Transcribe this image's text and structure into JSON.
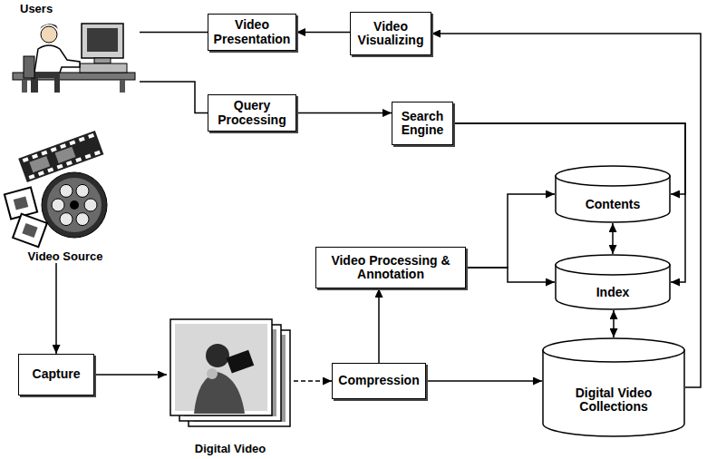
{
  "diagram": {
    "nodes": [
      {
        "text": [
          "Users"
        ]
      },
      {
        "text": [
          "Video Presentation"
        ]
      },
      {
        "text": [
          "Video Visualizing"
        ]
      },
      {
        "text": [
          "Query Processing"
        ]
      },
      {
        "text": [
          "Search Engine"
        ]
      },
      {
        "text": [
          "Video Source"
        ]
      },
      {
        "text": [
          "Contents"
        ]
      },
      {
        "text": [
          "Video Processing & Annotation"
        ]
      },
      {
        "text": [
          "Index"
        ]
      },
      {
        "text": [
          "Capture"
        ]
      },
      {
        "text": [
          "Digital Video"
        ]
      },
      {
        "text": [
          "Compression"
        ]
      },
      {
        "text": [
          "Digital Video Collections"
        ]
      }
    ],
    "edges": [
      {
        "from": 2,
        "to": 1,
        "arrow": "to"
      },
      {
        "from": 1,
        "to": 0,
        "arrow": "none"
      },
      {
        "from": 0,
        "to": 3,
        "arrow": "none"
      },
      {
        "from": 3,
        "to": 4,
        "arrow": "to"
      },
      {
        "from": 4,
        "to": 6,
        "arrow": "to"
      },
      {
        "from": 4,
        "to": 8,
        "arrow": "to"
      },
      {
        "from": 12,
        "to": 2,
        "arrow": "to"
      },
      {
        "from": 5,
        "to": 9,
        "arrow": "to"
      },
      {
        "from": 9,
        "to": 10,
        "arrow": "to"
      },
      {
        "from": 10,
        "to": 11,
        "arrow": "to"
      },
      {
        "from": 11,
        "to": 12,
        "arrow": "to"
      },
      {
        "from": 11,
        "to": 7,
        "arrow": "to"
      },
      {
        "from": 7,
        "to": 6,
        "arrow": "to"
      },
      {
        "from": 7,
        "to": 8,
        "arrow": "to"
      },
      {
        "from": 6,
        "to": 8,
        "arrow": "both"
      },
      {
        "from": 8,
        "to": 12,
        "arrow": "both"
      }
    ]
  }
}
